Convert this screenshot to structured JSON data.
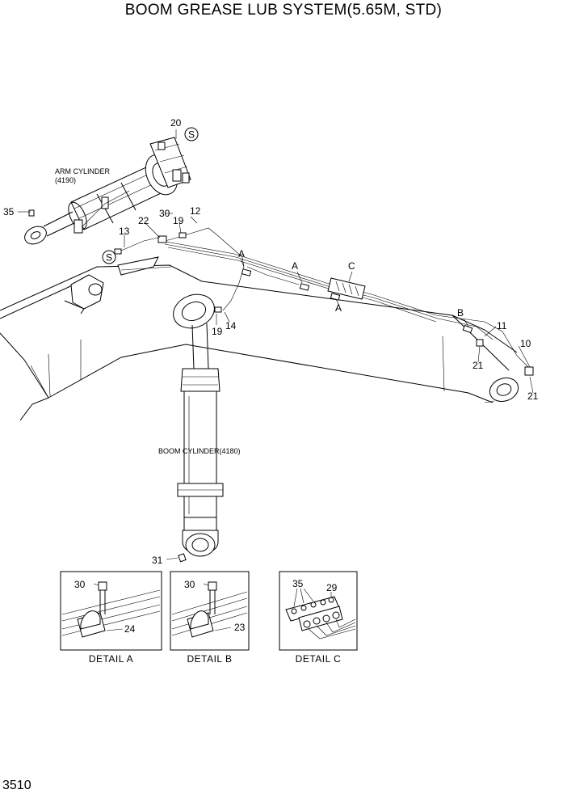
{
  "title": "BOOM GREASE LUB SYSTEM(5.65M, STD)",
  "page_number": "3510",
  "labels": {
    "arm_cylinder": "ARM CYLINDER",
    "arm_cylinder_ref": "(4190)",
    "boom_cylinder": "BOOM CYLINDER(4180)"
  },
  "std_symbol": "S",
  "callouts": {
    "p20": "20",
    "p35": "35",
    "p30": "30",
    "p22": "22",
    "p19a": "19",
    "p12": "12",
    "p13": "13",
    "pA1": "A",
    "pA2": "A",
    "pC": "C",
    "pA3": "A",
    "p19b": "19",
    "p14": "14",
    "pB": "B",
    "p11": "11",
    "p10": "10",
    "p21a": "21",
    "p21b": "21",
    "p31": "31"
  },
  "details": [
    {
      "caption": "DETAIL  A",
      "parts": [
        "30",
        "24"
      ]
    },
    {
      "caption": "DETAIL  B",
      "parts": [
        "30",
        "23"
      ]
    },
    {
      "caption": "DETAIL  C",
      "parts": [
        "35",
        "29"
      ]
    }
  ]
}
